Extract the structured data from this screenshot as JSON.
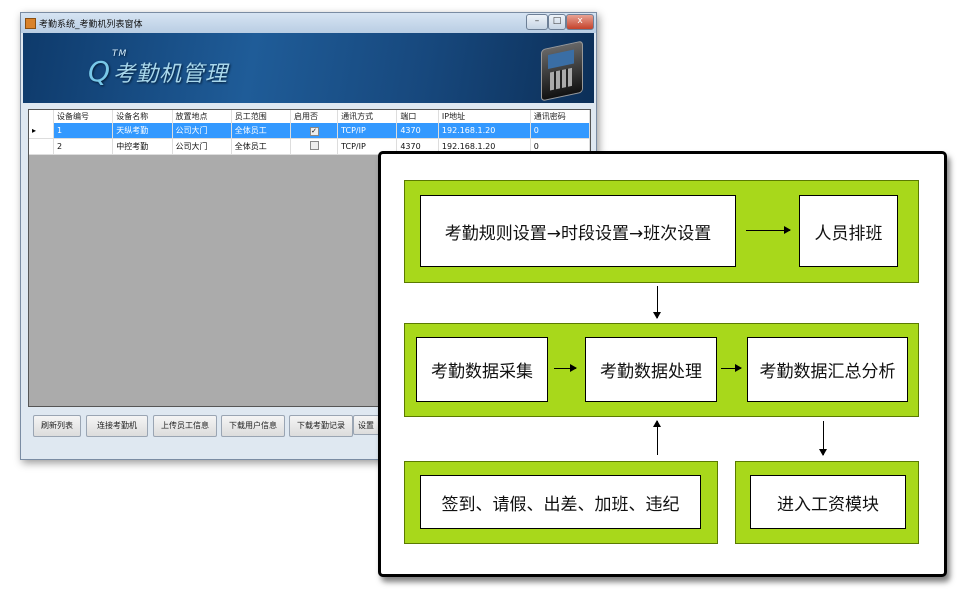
{
  "window": {
    "title": "考勤系统_考勤机列表窗体",
    "minimize": "–",
    "maximize": "□",
    "close": "x"
  },
  "banner": {
    "logo_tm": "TM",
    "logo_text": "考勤机管理"
  },
  "table": {
    "columns": [
      "设备编号",
      "设备名称",
      "放置地点",
      "员工范围",
      "启用否",
      "通讯方式",
      "端口",
      "IP地址",
      "通讯密码"
    ],
    "rows": [
      {
        "id": "1",
        "name": "天纵考勤",
        "location": "公司大门",
        "scope": "全体员工",
        "enabled": true,
        "enabled_mark": "✓",
        "comm": "TCP/IP",
        "port": "4370",
        "ip": "192.168.1.20",
        "password": "0",
        "selected_marker": "▸"
      },
      {
        "id": "2",
        "name": "中控考勤",
        "location": "公司大门",
        "scope": "全体员工",
        "enabled": false,
        "enabled_mark": "",
        "comm": "TCP/IP",
        "port": "4370",
        "ip": "192.168.1.20",
        "password": "0",
        "selected_marker": ""
      }
    ]
  },
  "buttons": [
    "刷新列表",
    "连接考勤机",
    "上传员工信息",
    "下载用户信息",
    "下载考勤记录",
    "设置"
  ],
  "diagram": {
    "rules": "考勤规则设置→时段设置→班次设置",
    "schedule": "人员排班",
    "collect": "考勤数据采集",
    "process": "考勤数据处理",
    "summary": "考勤数据汇总分析",
    "events": "签到、请假、出差、加班、违纪",
    "salary": "进入工资模块"
  },
  "colors": {
    "accent_green": "#a8d81b",
    "selection_blue": "#3399ff"
  }
}
